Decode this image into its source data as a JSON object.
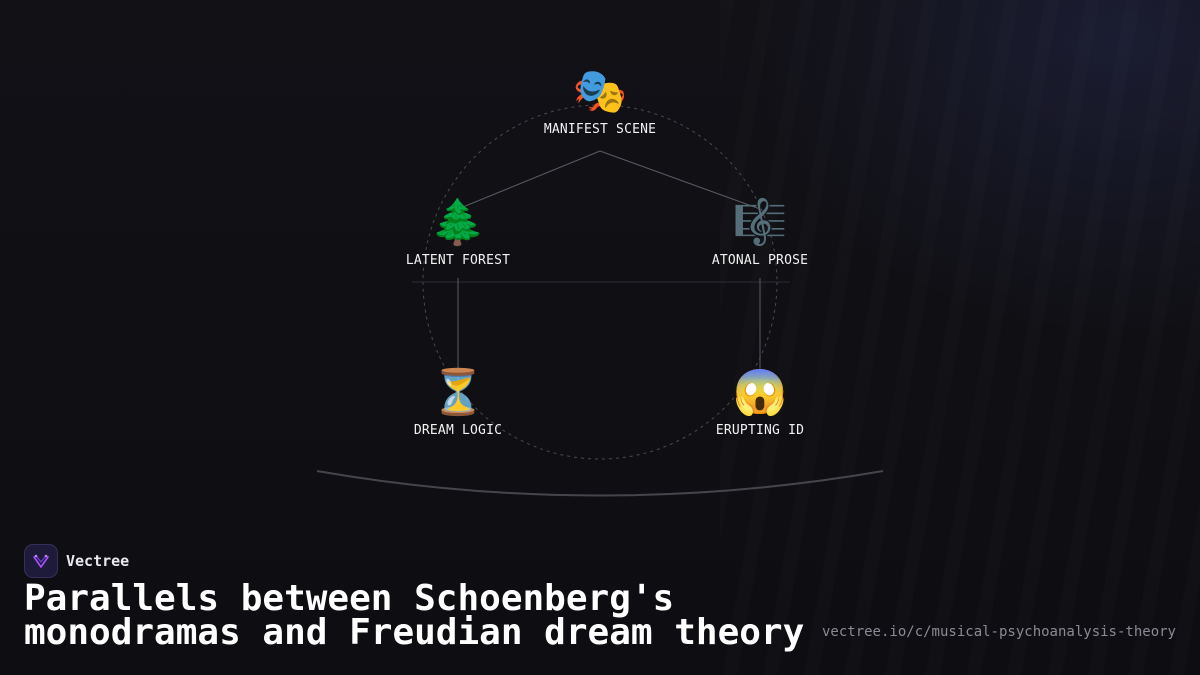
{
  "diagram": {
    "nodes": [
      {
        "id": "manifest",
        "emoji": "🎭",
        "label": "MANIFEST SCENE"
      },
      {
        "id": "latent",
        "emoji": "🌲",
        "label": "LATENT FOREST"
      },
      {
        "id": "atonal",
        "emoji": "🎼",
        "label": "ATONAL PROSE"
      },
      {
        "id": "dream",
        "emoji": "⏳",
        "label": "DREAM LOGIC"
      },
      {
        "id": "erupting",
        "emoji": "😱",
        "label": "ERUPTING ID"
      }
    ],
    "edges": [
      {
        "from": "manifest",
        "to": "latent"
      },
      {
        "from": "manifest",
        "to": "atonal"
      },
      {
        "from": "latent",
        "to": "dream"
      },
      {
        "from": "atonal",
        "to": "erupting"
      }
    ]
  },
  "brand": {
    "name": "Vectree",
    "accent": "#a855f7"
  },
  "title": "Parallels between Schoenberg's monodramas and Freudian dream theory",
  "url": "vectree.io/c/musical-psychoanalysis-theory"
}
